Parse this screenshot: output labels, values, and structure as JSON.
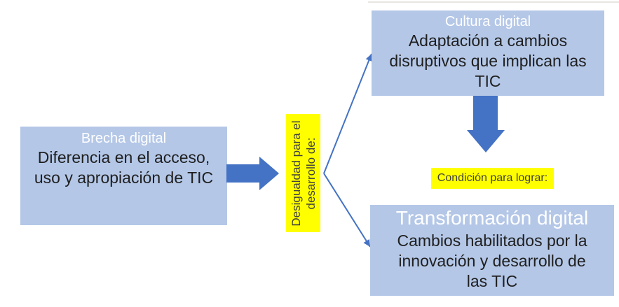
{
  "diagram": {
    "left_box": {
      "title": "Brecha digital",
      "body_lines": [
        "Diferencia en el acceso,",
        "uso y apropiación de TIC"
      ]
    },
    "divider": {
      "lines": [
        "Desigualdad para el",
        "desarrollo de:"
      ]
    },
    "top_box": {
      "title": "Cultura digital",
      "body_lines": [
        "Adaptación a cambios",
        "disruptivos que implican las",
        "TIC"
      ]
    },
    "condition_label": "Condición para lograr:",
    "bottom_box": {
      "title": "Transformación digital",
      "body_lines": [
        "Cambios habilitados por la",
        "innovación y desarrollo de",
        "las TIC"
      ]
    },
    "colors": {
      "box_fill": "#b4c7e7",
      "arrow_blue": "#4472c4",
      "highlight_yellow": "#ffff00",
      "title_text": "#ffffff",
      "body_text": "#1f1f1f",
      "yellow_label_text": "#404040",
      "background": "#ffffff"
    }
  }
}
